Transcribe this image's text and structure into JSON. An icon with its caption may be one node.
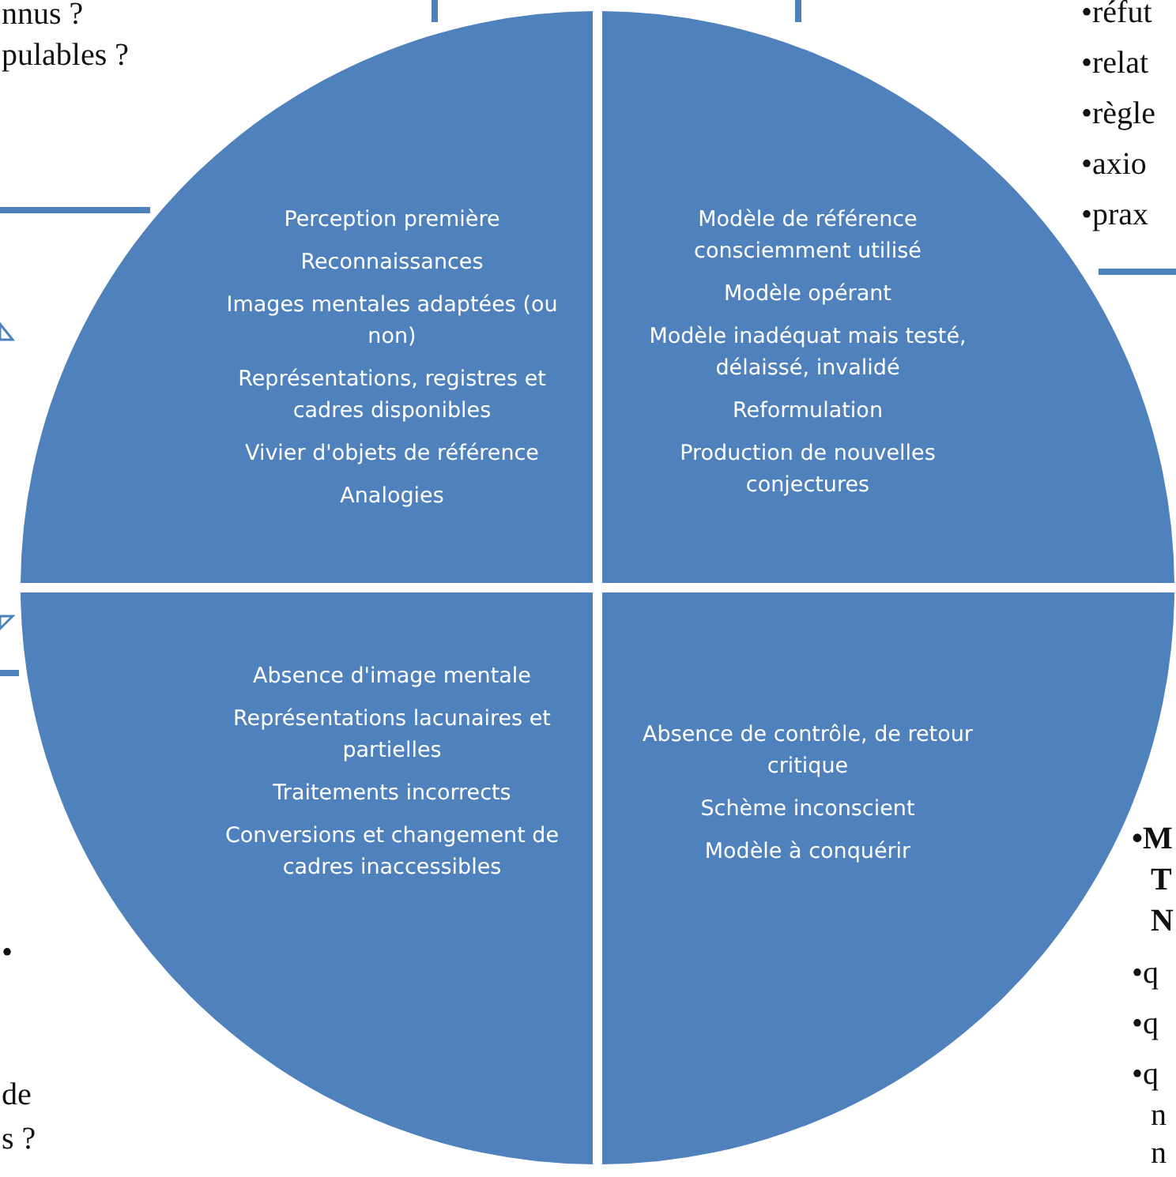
{
  "diagram": {
    "nodes": [
      {
        "text": [
          "Perception première",
          "Reconnaissances",
          "Images mentales adaptées (ou non)",
          "Représentations, registres et cadres disponibles",
          "Vivier d'objets de référence",
          "Analogies"
        ]
      },
      {
        "text": [
          "Modèle de référence consciemment  utilisé",
          "Modèle opérant",
          "Modèle inadéquat mais testé, délaissé, invalidé",
          "Reformulation",
          "Production de nouvelles conjectures"
        ]
      },
      {
        "text": [
          "Absence d'image mentale",
          "Représentations lacunaires et partielles",
          "Traitements incorrects",
          "Conversions et changement de cadres inaccessibles"
        ]
      },
      {
        "text": [
          "Absence de contrôle, de retour critique",
          "Schème inconscient",
          "Modèle à conquérir"
        ]
      }
    ],
    "labels": [
      "nnus ?",
      "pulables ?",
      "•réfut",
      "•relat",
      "•règle",
      "•axio",
      "•prax",
      "•",
      "de",
      "s ?",
      "•M",
      "T",
      "N",
      "•q",
      "•q",
      "•q",
      "n",
      "n"
    ]
  }
}
